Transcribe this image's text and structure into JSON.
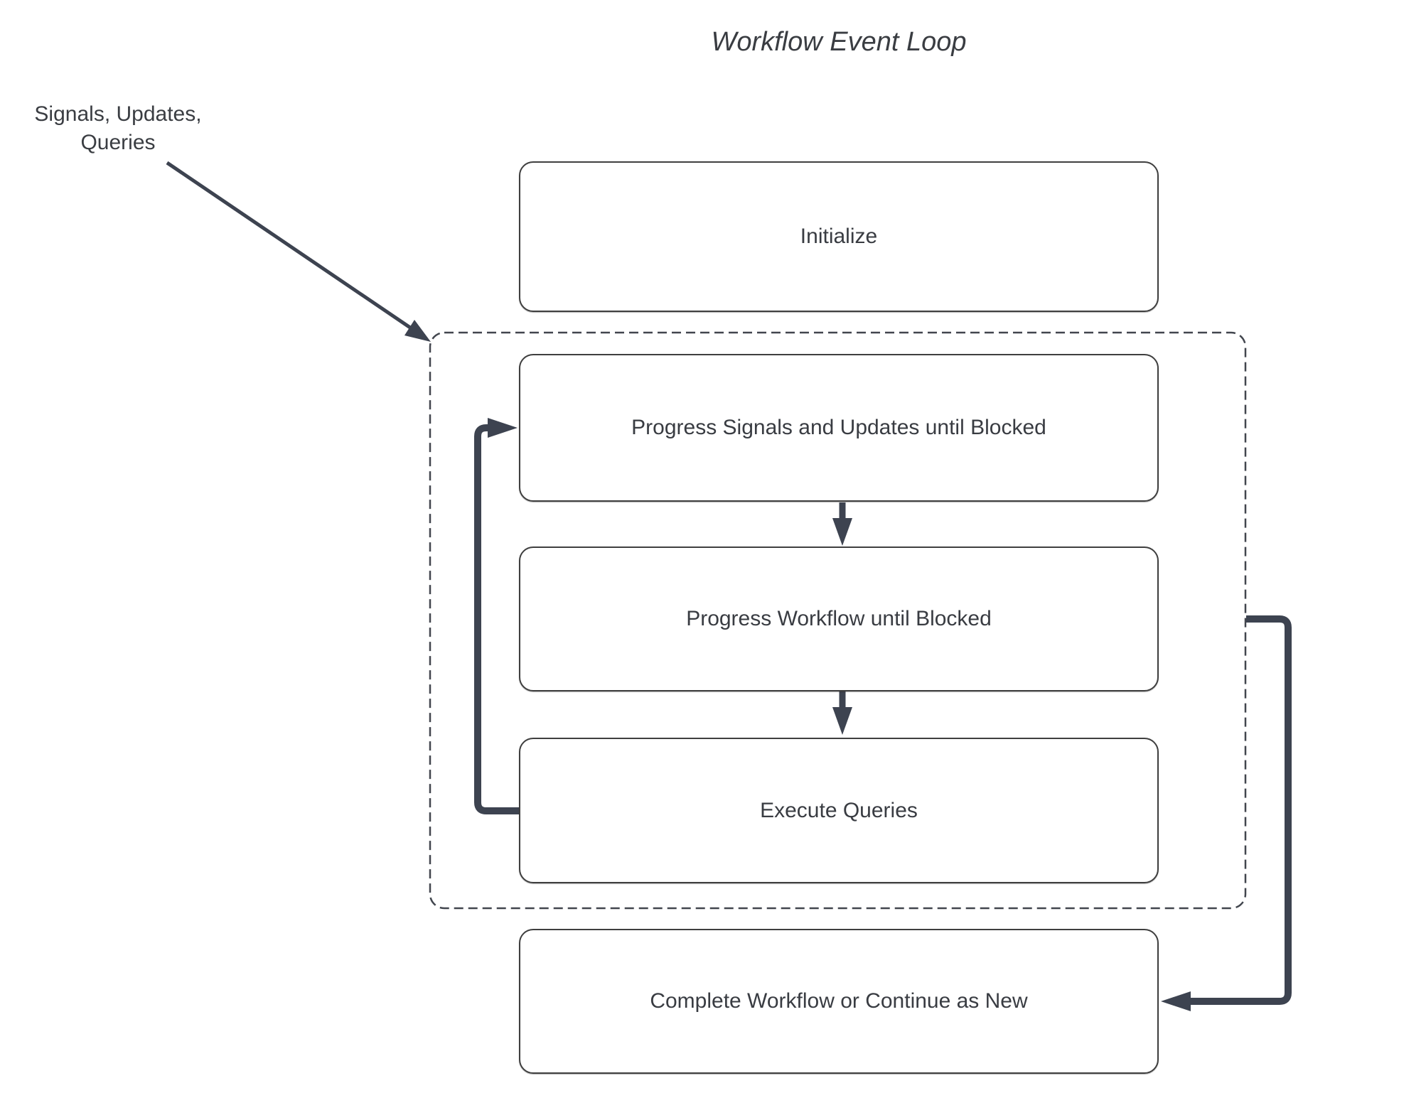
{
  "diagram": {
    "title": "Workflow Event Loop",
    "external_label": {
      "line1": "Signals, Updates,",
      "line2": "Queries"
    },
    "nodes": {
      "initialize": "Initialize",
      "progress_signals": "Progress Signals and Updates until Blocked",
      "progress_workflow": "Progress Workflow until Blocked",
      "execute_queries": "Execute Queries",
      "complete": "Complete Workflow or Continue as New"
    },
    "colors": {
      "arrow": "#3d4350",
      "box_border": "#3f3f3f",
      "dashed_border": "#42464e",
      "text": "#3a3d42",
      "background": "#ffffff"
    }
  }
}
